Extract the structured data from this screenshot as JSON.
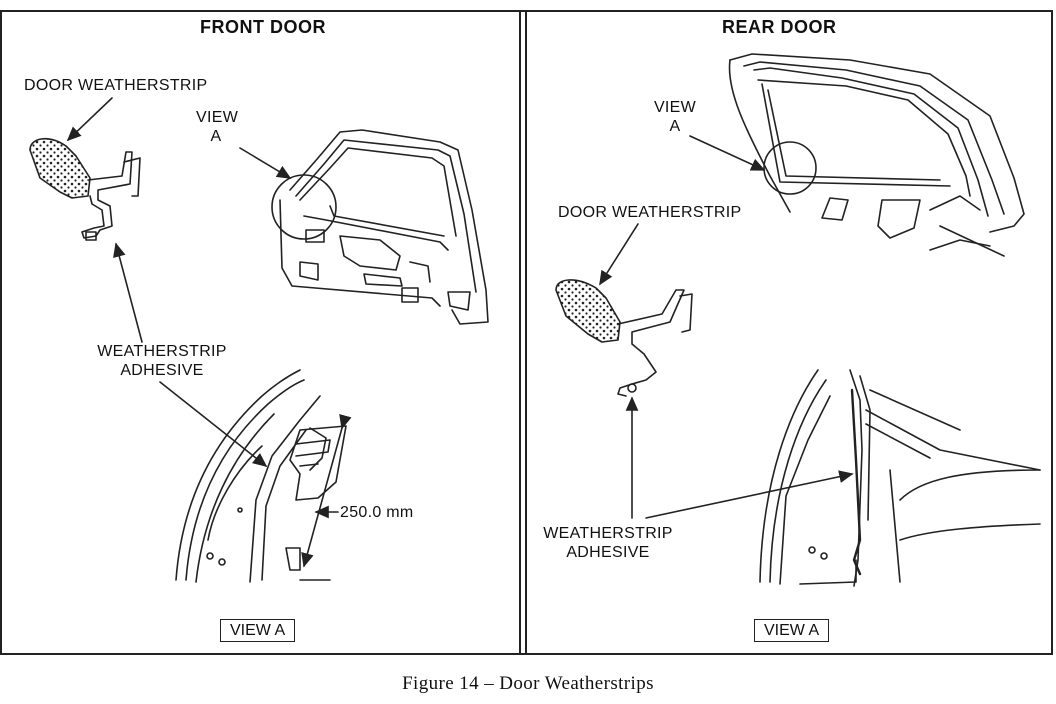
{
  "front_panel": {
    "title": "FRONT DOOR",
    "door_weatherstrip_label": "DOOR WEATHERSTRIP",
    "view_a_callout": [
      "VIEW",
      "A"
    ],
    "adhesive_label": [
      "WEATHERSTRIP",
      "ADHESIVE"
    ],
    "dimension_label": "250.0 mm",
    "view_box_label": "VIEW A"
  },
  "rear_panel": {
    "title": "REAR DOOR",
    "view_a_callout": [
      "VIEW",
      "A"
    ],
    "door_weatherstrip_label": "DOOR WEATHERSTRIP",
    "adhesive_label": [
      "WEATHERSTRIP",
      "ADHESIVE"
    ],
    "view_box_label": "VIEW A"
  },
  "caption": "Figure 14 – Door Weatherstrips"
}
